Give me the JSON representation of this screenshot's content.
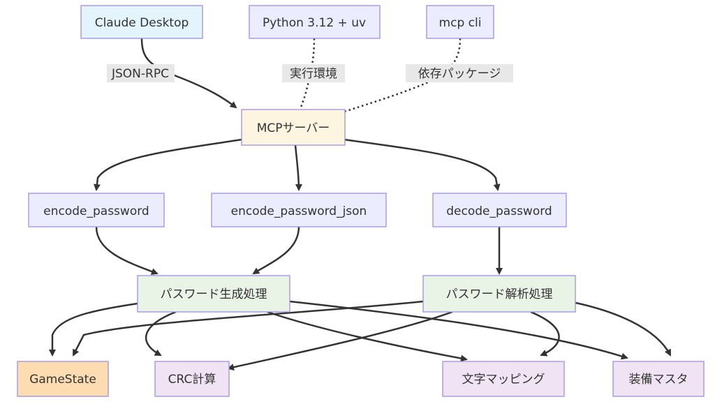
{
  "nodes": {
    "claude_desktop": {
      "label": "Claude Desktop",
      "fill": "#e3f4fc",
      "stroke": "#9f8fe4"
    },
    "python_uv": {
      "label": "Python 3.12 + uv",
      "fill": "#ececff",
      "stroke": "#9f8fe4"
    },
    "mcp_cli": {
      "label": "mcp cli",
      "fill": "#ececff",
      "stroke": "#9f8fe4"
    },
    "mcp_server": {
      "label": "MCPサーバー",
      "fill": "#fef5e0",
      "stroke": "#9f8fe4"
    },
    "encode_password": {
      "label": "encode_password",
      "fill": "#ececff",
      "stroke": "#9f8fe4"
    },
    "encode_password_json": {
      "label": "encode_password_json",
      "fill": "#ececff",
      "stroke": "#9f8fe4"
    },
    "decode_password": {
      "label": "decode_password",
      "fill": "#ececff",
      "stroke": "#9f8fe4"
    },
    "password_generate": {
      "label": "パスワード生成処理",
      "fill": "#e9f3e6",
      "stroke": "#9f8fe4"
    },
    "password_parse": {
      "label": "パスワード解析処理",
      "fill": "#e9f3e6",
      "stroke": "#9f8fe4"
    },
    "game_state": {
      "label": "GameState",
      "fill": "#fcdcb0",
      "stroke": "#9f8fe4"
    },
    "crc_calc": {
      "label": "CRC計算",
      "fill": "#f0e3f4",
      "stroke": "#9f8fe4"
    },
    "char_mapping": {
      "label": "文字マッピング",
      "fill": "#f0e3f4",
      "stroke": "#9f8fe4"
    },
    "equipment_master": {
      "label": "装備マスタ",
      "fill": "#f0e3f4",
      "stroke": "#9f8fe4"
    }
  },
  "edge_labels": {
    "json_rpc": "JSON-RPC",
    "runtime_env": "実行環境",
    "dependencies": "依存パッケージ"
  },
  "edge_color": "#333333"
}
